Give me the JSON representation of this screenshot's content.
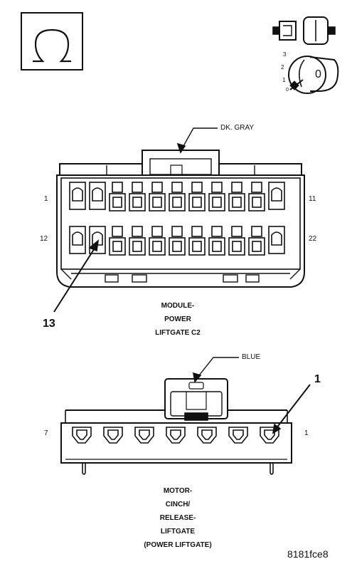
{
  "module_connector": {
    "color_label": "DK. GRAY",
    "pin_top_left": "1",
    "pin_top_right": "11",
    "pin_bottom_left": "12",
    "pin_bottom_right": "22",
    "callout_pin": "13",
    "name_lines": [
      "MODULE-",
      "POWER",
      "LIFTGATE C2"
    ]
  },
  "motor_connector": {
    "color_label": "BLUE",
    "pin_left": "7",
    "pin_right": "1",
    "callout_pin": "1",
    "name_lines": [
      "MOTOR-",
      "CINCH/",
      "RELEASE-",
      "LIFTGATE",
      "(POWER LIFTGATE)"
    ]
  },
  "key_switch": {
    "positions": [
      "3",
      "2",
      "1",
      "0"
    ],
    "key_label": "0"
  },
  "icons": {
    "ohm_symbol": "Ω",
    "connector_icon": "connector-plug-icon",
    "key_icon": "ignition-key-icon"
  },
  "figure_code": "8181fce8"
}
